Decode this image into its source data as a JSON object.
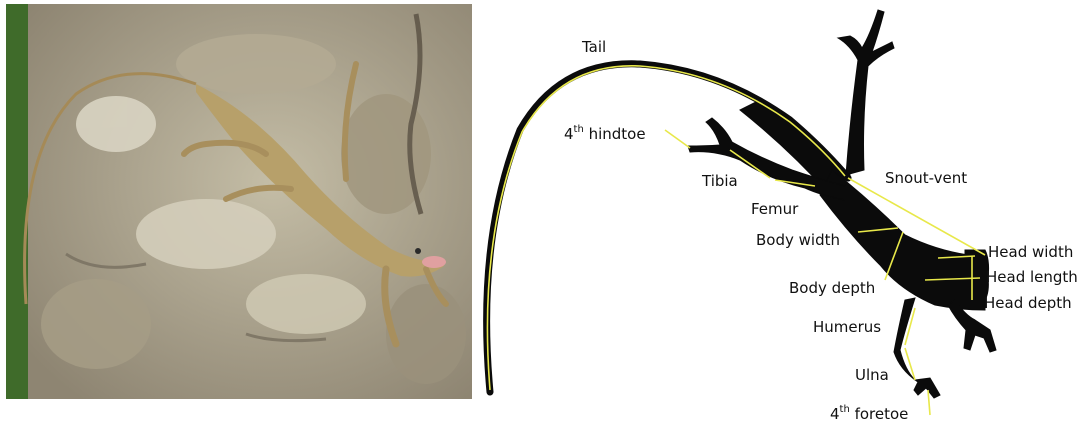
{
  "colors": {
    "silhouette": "#0b0b0b",
    "measure_line": "#e8e84a",
    "bark_light": "#c9c1a8",
    "bark_dark": "#6f6657",
    "foliage": "#3f6b2a",
    "lizard": "#b7a06a"
  },
  "labels": {
    "tail": "Tail",
    "hindtoe_prefix": "4",
    "hindtoe_sup": "th",
    "hindtoe_rest": " hindtoe",
    "tibia": "Tibia",
    "femur": "Femur",
    "snout_vent": "Snout-vent",
    "body_width": "Body width",
    "head_width": "Head width",
    "head_length": "Head length",
    "body_depth": "Body depth",
    "head_depth": "Head depth",
    "humerus": "Humerus",
    "ulna": "Ulna",
    "foretoe_prefix": "4",
    "foretoe_sup": "th",
    "foretoe_rest": " foretoe"
  }
}
